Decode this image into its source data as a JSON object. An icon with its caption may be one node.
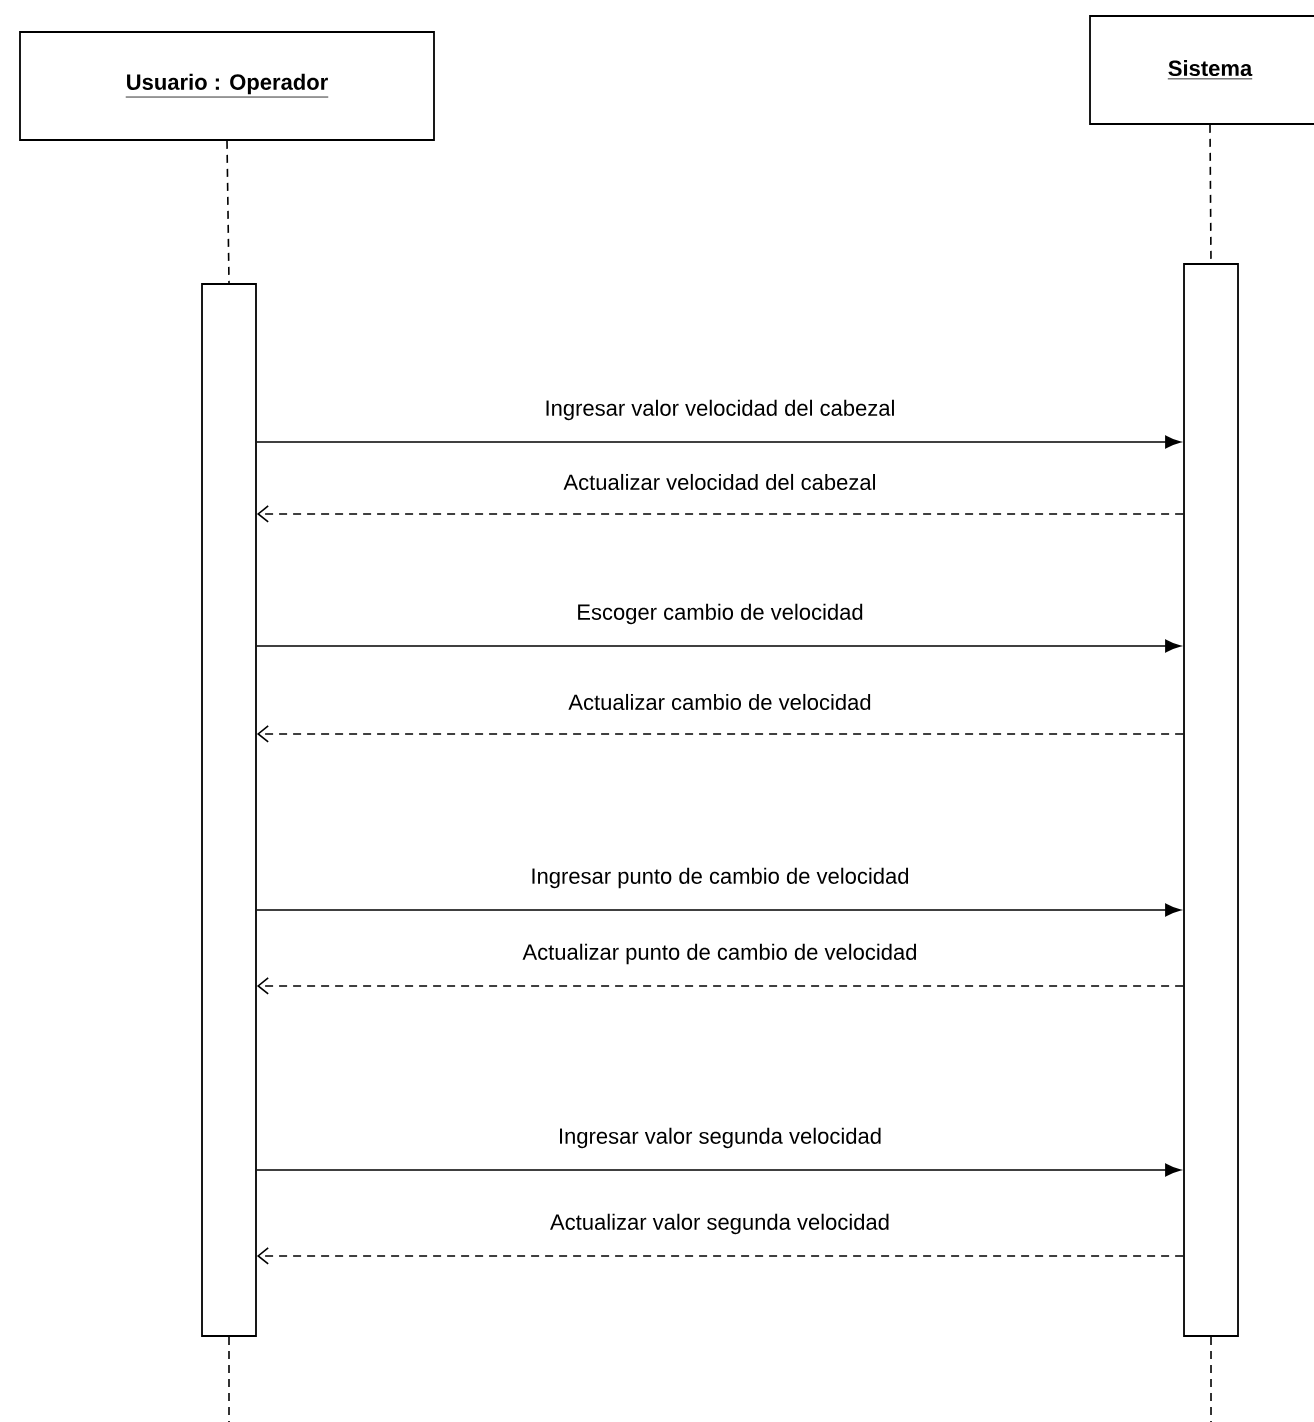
{
  "diagram": {
    "nodes": [
      {
        "text": [
          "Usuario : Operador"
        ]
      },
      {
        "text": [
          "Sistema"
        ]
      },
      {
        "text": [],
        "shape": "bar"
      },
      {
        "text": [],
        "shape": "bar"
      }
    ],
    "edges": [
      {
        "from": 0,
        "to": 2,
        "arrow": "none",
        "style": "dashed"
      },
      {
        "from": 1,
        "to": 3,
        "arrow": "none",
        "style": "dashed"
      },
      {
        "from": 2,
        "to": 3,
        "arrow": "to",
        "label": "Ingresar valor velocidad del cabezal"
      },
      {
        "from": 3,
        "to": 2,
        "arrow": "to",
        "style": "dashed",
        "label": "Actualizar velocidad del cabezal"
      },
      {
        "from": 2,
        "to": 3,
        "arrow": "to",
        "label": "Escoger cambio de velocidad"
      },
      {
        "from": 3,
        "to": 2,
        "arrow": "to",
        "style": "dashed",
        "label": "Actualizar cambio de velocidad"
      },
      {
        "from": 2,
        "to": 3,
        "arrow": "to",
        "label": "Ingresar punto de cambio de velocidad"
      },
      {
        "from": 3,
        "to": 2,
        "arrow": "to",
        "style": "dashed",
        "label": "Actualizar punto de cambio de velocidad"
      },
      {
        "from": 2,
        "to": 3,
        "arrow": "to",
        "label": "Ingresar valor segunda velocidad"
      },
      {
        "from": 3,
        "to": 2,
        "arrow": "to",
        "style": "dashed",
        "label": "Actualizar valor segunda velocidad"
      },
      {
        "from": 2,
        "to": null,
        "arrow": "none",
        "style": "dashed"
      },
      {
        "from": 3,
        "to": null,
        "arrow": "none",
        "style": "dashed"
      }
    ]
  }
}
